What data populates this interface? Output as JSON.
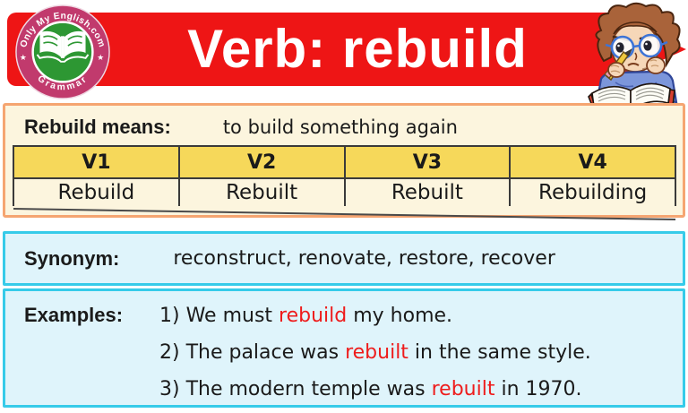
{
  "banner": {
    "title": "Verb: rebuild"
  },
  "logo": {
    "text_top": "Only My English.com",
    "text_bottom": "Grammar",
    "star_left": "★",
    "star_right": "★"
  },
  "meaning": {
    "label": "Rebuild means:",
    "definition": "to build something again"
  },
  "verb_table": {
    "headers": [
      "V1",
      "V2",
      "V3",
      "V4"
    ],
    "forms": [
      "Rebuild",
      "Rebuilt",
      "Rebuilt",
      "Rebuilding"
    ]
  },
  "synonym": {
    "label": "Synonym:",
    "value": "reconstruct, renovate, restore, recover"
  },
  "examples": {
    "label": "Examples:",
    "items": [
      {
        "pre": "1) We must ",
        "verb": "rebuild",
        "post": " my home."
      },
      {
        "pre": "2) The palace was ",
        "verb": "rebuilt",
        "post": " in the same style."
      },
      {
        "pre": "3) The modern temple was ",
        "verb": "rebuilt",
        "post": " in 1970."
      }
    ]
  },
  "colors": {
    "banner_red": "#ee1515",
    "logo_ring_magenta": "#c13a6d",
    "logo_inner_green": "#2d9733",
    "cream_bg": "#fcf5de",
    "orange_border": "#f5a571",
    "table_header_yellow": "#f6d85a",
    "blue_bg": "#dff4fb",
    "cyan_border": "#36cbe9",
    "highlight_red": "#ee1c1c"
  }
}
